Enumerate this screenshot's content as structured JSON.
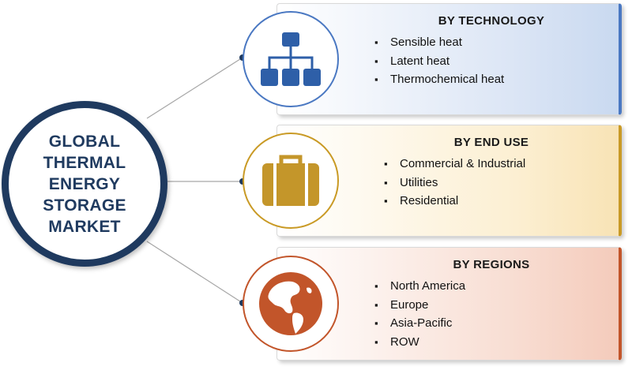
{
  "center": {
    "title": "GLOBAL\nTHERMAL\nENERGY\nSTORAGE\nMARKET"
  },
  "colors": {
    "navy": "#1f3a5f",
    "technology": "#4a78c2",
    "end_use": "#c99a25",
    "regions": "#c2552a"
  },
  "segments": [
    {
      "title": "BY TECHNOLOGY",
      "icon": "hierarchy-icon",
      "items": [
        "Sensible heat",
        "Latent heat",
        "Thermochemical heat"
      ]
    },
    {
      "title": "BY END USE",
      "icon": "briefcase-icon",
      "items": [
        "Commercial & Industrial",
        "Utilities",
        "Residential"
      ]
    },
    {
      "title": "BY REGIONS",
      "icon": "globe-icon",
      "items": [
        "North America",
        "Europe",
        "Asia-Pacific",
        "ROW"
      ]
    }
  ]
}
